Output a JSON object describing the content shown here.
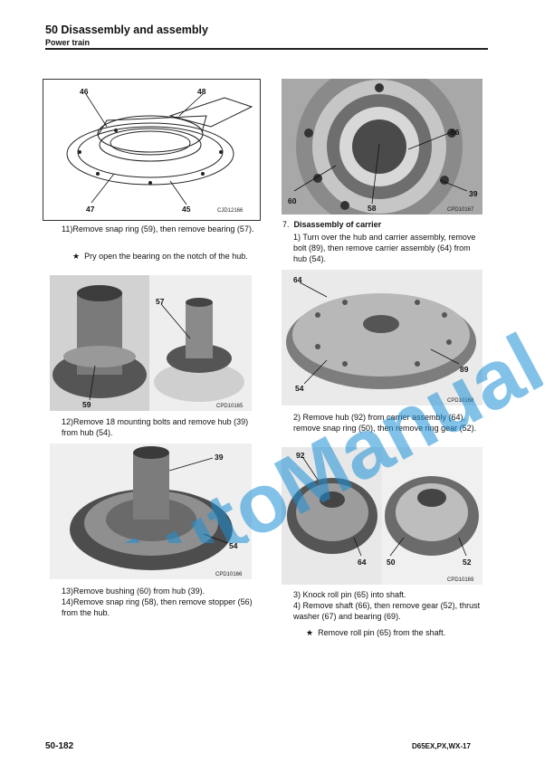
{
  "header": {
    "title": "50 Disassembly and assembly",
    "subtitle": "Power train"
  },
  "figures": {
    "fig1": {
      "code": "CJD12166",
      "labels": [
        "46",
        "48",
        "47",
        "45"
      ]
    },
    "fig2": {
      "code": "CPD10167",
      "labels": [
        "56",
        "60",
        "58",
        "39"
      ]
    },
    "fig3a": {
      "code": "",
      "labels": [
        "59"
      ]
    },
    "fig3b": {
      "code": "CPD10165",
      "labels": [
        "57"
      ]
    },
    "fig4": {
      "code": "CPD10168",
      "labels": [
        "64",
        "89",
        "54"
      ]
    },
    "fig5": {
      "code": "CPD10166",
      "labels": [
        "39",
        "54"
      ]
    },
    "fig6": {
      "code": "CPD10169",
      "labels": [
        "92",
        "64",
        "50",
        "52"
      ]
    }
  },
  "steps": {
    "s11": "11)Remove snap ring (59), then remove bearing (57).",
    "s11_note": "Pry open the bearing on the notch of the hub.",
    "s12": "12)Remove 18 mounting bolts and remove hub (39) from hub (54).",
    "s13": "13)Remove bushing (60) from hub (39).",
    "s14": "14)Remove snap ring (58), then remove stopper (56) from the hub.",
    "sec7": "Disassembly of carrier",
    "sec7_num": "7.",
    "c1": "1)  Turn over the hub and carrier assembly, remove bolt (89), then remove carrier assembly (64) from hub (54).",
    "c2": "2)  Remove hub (92) from carrier assembly (64), remove snap ring (50), then remove ring gear (52).",
    "c3": "3)  Knock roll pin (65) into shaft.",
    "c4": "4)  Remove shaft (66), then remove gear (52), thrust washer (67) and bearing (69).",
    "c4_note": "Remove roll pin (65) from the shaft.",
    "star": "★"
  },
  "footer": {
    "page": "50-182",
    "model": "D65EX,PX,WX-17"
  },
  "watermark": "AutoManual",
  "colors": {
    "watermark": "#1e90d6"
  }
}
